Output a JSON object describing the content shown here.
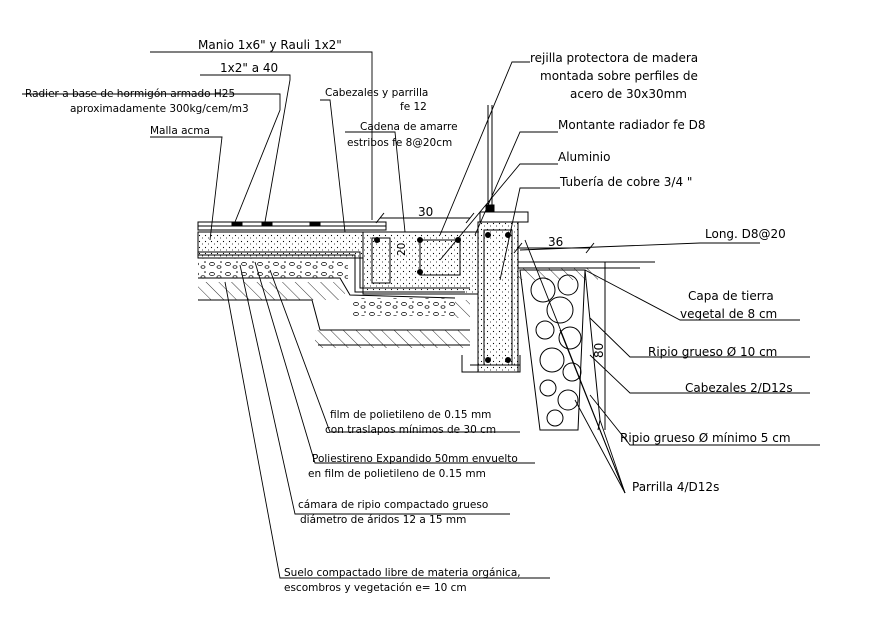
{
  "labels": {
    "manio": "Manio 1x6\" y Rauli 1x2\"",
    "spacing": "1x2\" a 40",
    "radier_1": "Radier a base de hormigón armado H25",
    "radier_2": "aproximadamente 300kg/cem/m3",
    "malla": "Malla acma",
    "cabezales_parrilla_1": "Cabezales y parrilla",
    "cabezales_parrilla_2": "fe 12",
    "cadena_1": "Cadena de amarre",
    "cadena_2": "estribos fe 8@20cm",
    "rejilla_1": "rejilla protectora de madera",
    "rejilla_2": "montada sobre perfiles de",
    "rejilla_3": "acero de 30x30mm",
    "montante": "Montante radiador fe D8",
    "aluminio": "Aluminio",
    "tuberia": "Tubería de cobre 3/4 \"",
    "long": "Long. D8@20",
    "capa_1": "Capa de tierra",
    "capa_2": "vegetal de 8 cm",
    "ripio_grueso": "Ripio grueso Ø 10 cm",
    "cabezales_2d12": "Cabezales 2/D12s",
    "ripio_min": "Ripio grueso  Ø mínimo 5 cm",
    "parrilla": "Parrilla 4/D12s",
    "film_1": "film de polietileno de 0.15 mm",
    "film_2": "con traslapos mínimos de 30 cm",
    "polies_1": "Poliestireno Expandido 50mm envuelto",
    "polies_2": "en film de polietileno de 0.15 mm",
    "camara_1": "cámara de ripio compactado grueso",
    "camara_2": "diámetro de áridos  12 a 15 mm",
    "suelo_1": "Suelo compactado libre de materia orgánica,",
    "suelo_2": "escombros y vegetación  e= 10 cm"
  },
  "dimensions": {
    "dim_30": "30",
    "dim_20": "20",
    "dim_36": "36",
    "dim_80": "80"
  }
}
